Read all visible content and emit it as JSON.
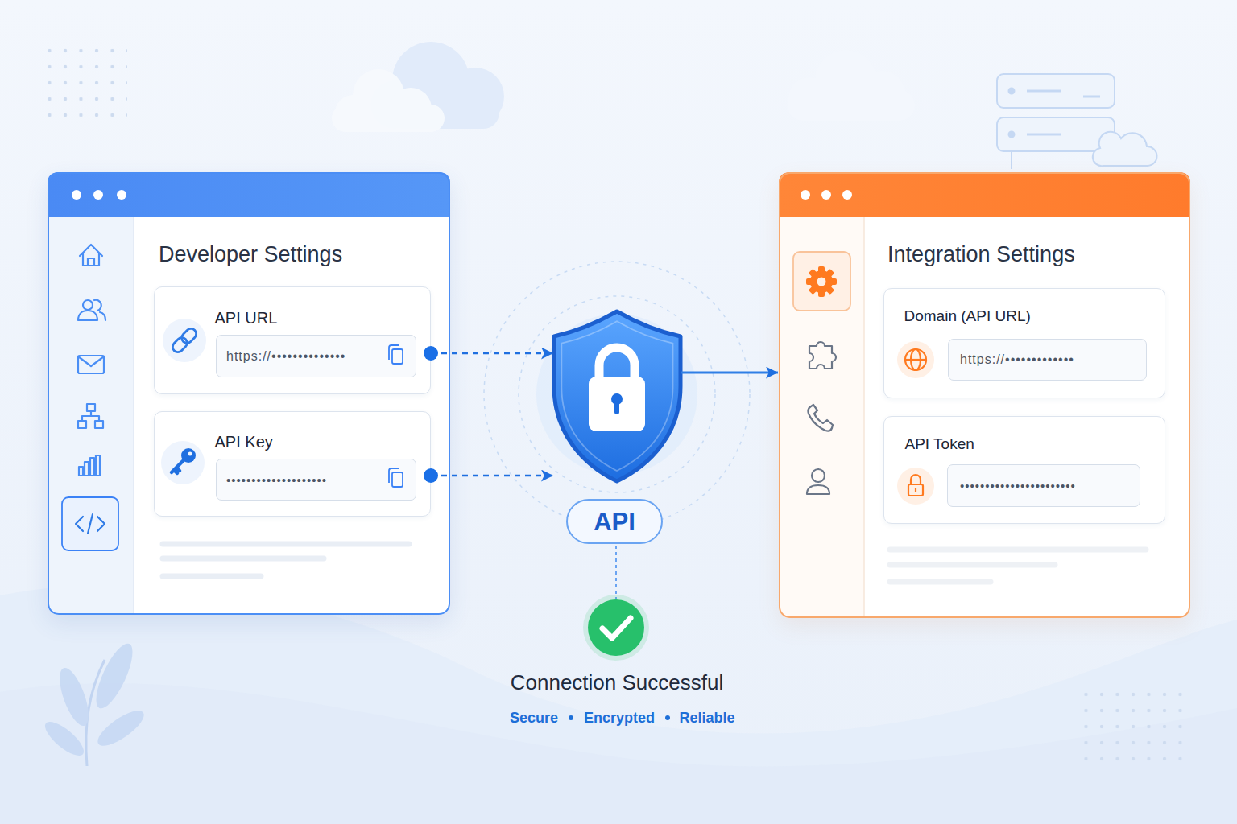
{
  "diagram": {
    "nodes": [
      {
        "text": [
          "Developer Settings"
        ]
      },
      {
        "text": [
          "API URL"
        ],
        "in": 0
      },
      {
        "text": [
          "https://••••••••••••••"
        ],
        "in": 1
      },
      {
        "text": [
          "API Key"
        ],
        "in": 0
      },
      {
        "text": [
          "••••••••••••••••••••"
        ],
        "in": 3
      },
      {
        "text": [
          "API"
        ]
      },
      {
        "text": [
          "Integration Settings"
        ]
      },
      {
        "text": [
          "Domain (API URL)"
        ],
        "in": 6
      },
      {
        "text": [
          "https://•••••••••••••"
        ],
        "in": 7
      },
      {
        "text": [
          "API Token"
        ],
        "in": 6
      },
      {
        "text": [
          "•••••••••••••••••••••••"
        ],
        "in": 9
      }
    ],
    "edges": [
      {
        "from": 1,
        "to": 5,
        "arrow": "to"
      },
      {
        "from": 3,
        "to": 5,
        "arrow": "to"
      },
      {
        "from": 5,
        "to": 6,
        "arrow": "to"
      }
    ],
    "labels": [
      "Connection Successful",
      "Secure",
      "Encrypted",
      "Reliable"
    ]
  }
}
